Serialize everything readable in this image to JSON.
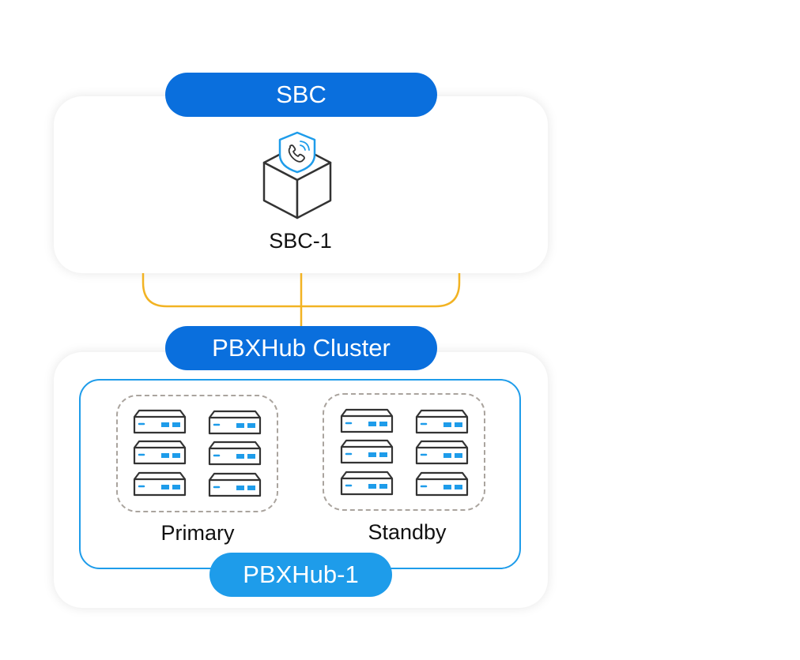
{
  "sbc": {
    "title": "SBC",
    "device_label": "SBC-1"
  },
  "cluster": {
    "title": "PBXHub Cluster",
    "hub_label": "PBXHub-1",
    "groups": {
      "primary": "Primary",
      "standby": "Standby"
    }
  },
  "colors": {
    "pill_dark": "#0a6fdd",
    "pill_light": "#1e9cea",
    "connector": "#f2b323",
    "icon_stroke": "#333333",
    "icon_accent": "#1e9cea",
    "dashed_border": "#aaa49e"
  },
  "icons": {
    "sbc_device": "shield-phone-box-icon",
    "server": "server-icon"
  }
}
